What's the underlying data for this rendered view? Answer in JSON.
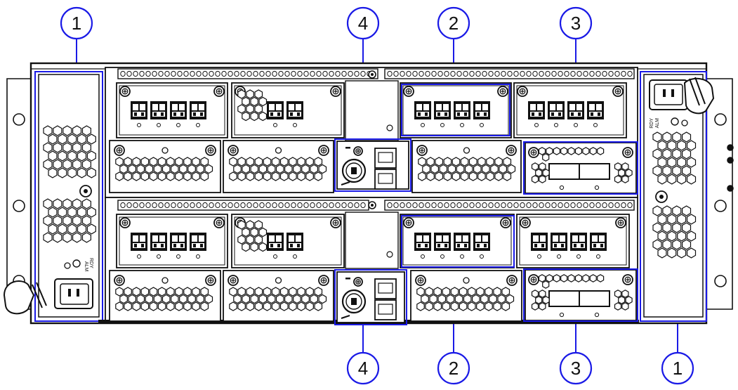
{
  "callouts": {
    "power_supply_label": "1",
    "io_module_label": "2",
    "qsfp_module_label": "3",
    "management_module_label": "4"
  },
  "psu_led_label": "RDY\nALM",
  "colors": {
    "line": "#111111",
    "highlight": "#1a1ae6",
    "callout": "#1a1ae6",
    "panel_dark": "#111111",
    "panel_fill": "#ffffff",
    "shade": "#bbbbbb"
  }
}
